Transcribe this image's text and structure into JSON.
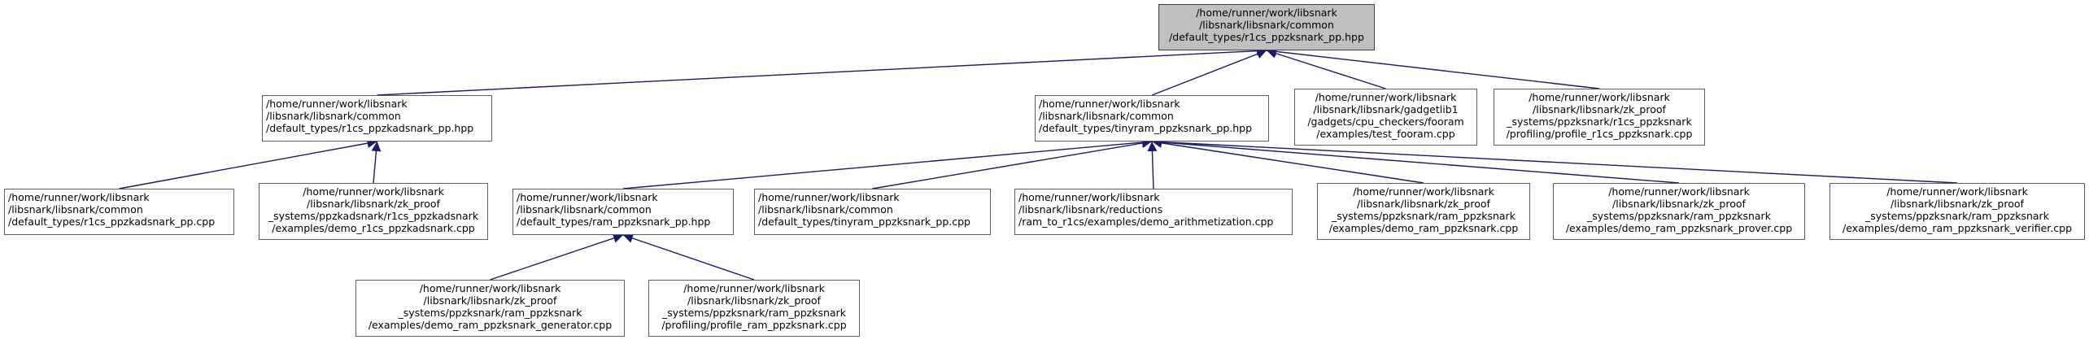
{
  "nodes": [
    {
      "id": "root",
      "lines": [
        "/home/runner/work/libsnark",
        "/libsnark/libsnark/common",
        "/default_types/r1cs_ppzksnark_pp.hpp"
      ]
    },
    {
      "id": "r1cs_ppzkadsnark_pp_hpp",
      "lines": [
        "/home/runner/work/libsnark",
        "/libsnark/libsnark/common",
        "/default_types/r1cs_ppzkadsnark_pp.hpp"
      ]
    },
    {
      "id": "tinyram_ppzksnark_pp_hpp",
      "lines": [
        "/home/runner/work/libsnark",
        "/libsnark/libsnark/common",
        "/default_types/tinyram_ppzksnark_pp.hpp"
      ]
    },
    {
      "id": "test_fooram_cpp",
      "lines": [
        "/home/runner/work/libsnark",
        "/libsnark/libsnark/gadgetlib1",
        "/gadgets/cpu_checkers/fooram",
        "/examples/test_fooram.cpp"
      ]
    },
    {
      "id": "profile_r1cs_ppzksnark_cpp",
      "lines": [
        "/home/runner/work/libsnark",
        "/libsnark/libsnark/zk_proof",
        "_systems/ppzksnark/r1cs_ppzksnark",
        "/profiling/profile_r1cs_ppzksnark.cpp"
      ]
    },
    {
      "id": "r1cs_ppzkadsnark_pp_cpp",
      "lines": [
        "/home/runner/work/libsnark",
        "/libsnark/libsnark/common",
        "/default_types/r1cs_ppzkadsnark_pp.cpp"
      ]
    },
    {
      "id": "demo_r1cs_ppzkadsnark_cpp",
      "lines": [
        "/home/runner/work/libsnark",
        "/libsnark/libsnark/zk_proof",
        "_systems/ppzkadsnark/r1cs_ppzkadsnark",
        "/examples/demo_r1cs_ppzkadsnark.cpp"
      ]
    },
    {
      "id": "ram_ppzksnark_pp_hpp",
      "lines": [
        "/home/runner/work/libsnark",
        "/libsnark/libsnark/common",
        "/default_types/ram_ppzksnark_pp.hpp"
      ]
    },
    {
      "id": "tinyram_ppzksnark_pp_cpp",
      "lines": [
        "/home/runner/work/libsnark",
        "/libsnark/libsnark/common",
        "/default_types/tinyram_ppzksnark_pp.cpp"
      ]
    },
    {
      "id": "demo_arithmetization_cpp",
      "lines": [
        "/home/runner/work/libsnark",
        "/libsnark/libsnark/reductions",
        "/ram_to_r1cs/examples/demo_arithmetization.cpp"
      ]
    },
    {
      "id": "demo_ram_ppzksnark_cpp",
      "lines": [
        "/home/runner/work/libsnark",
        "/libsnark/libsnark/zk_proof",
        "_systems/ppzksnark/ram_ppzksnark",
        "/examples/demo_ram_ppzksnark.cpp"
      ]
    },
    {
      "id": "demo_ram_ppzksnark_prover_cpp",
      "lines": [
        "/home/runner/work/libsnark",
        "/libsnark/libsnark/zk_proof",
        "_systems/ppzksnark/ram_ppzksnark",
        "/examples/demo_ram_ppzksnark_prover.cpp"
      ]
    },
    {
      "id": "demo_ram_ppzksnark_verifier_cpp",
      "lines": [
        "/home/runner/work/libsnark",
        "/libsnark/libsnark/zk_proof",
        "_systems/ppzksnark/ram_ppzksnark",
        "/examples/demo_ram_ppzksnark_verifier.cpp"
      ]
    },
    {
      "id": "demo_ram_ppzksnark_generator_cpp",
      "lines": [
        "/home/runner/work/libsnark",
        "/libsnark/libsnark/zk_proof",
        "_systems/ppzksnark/ram_ppzksnark",
        "/examples/demo_ram_ppzksnark_generator.cpp"
      ]
    },
    {
      "id": "profile_ram_ppzksnark_cpp",
      "lines": [
        "/home/runner/work/libsnark",
        "/libsnark/libsnark/zk_proof",
        "_systems/ppzksnark/ram_ppzksnark",
        "/profiling/profile_ram_ppzksnark.cpp"
      ]
    }
  ],
  "edges": [
    {
      "from": "r1cs_ppzkadsnark_pp_hpp",
      "to": "root"
    },
    {
      "from": "tinyram_ppzksnark_pp_hpp",
      "to": "root"
    },
    {
      "from": "test_fooram_cpp",
      "to": "root"
    },
    {
      "from": "profile_r1cs_ppzksnark_cpp",
      "to": "root"
    },
    {
      "from": "r1cs_ppzkadsnark_pp_cpp",
      "to": "r1cs_ppzkadsnark_pp_hpp"
    },
    {
      "from": "demo_r1cs_ppzkadsnark_cpp",
      "to": "r1cs_ppzkadsnark_pp_hpp"
    },
    {
      "from": "ram_ppzksnark_pp_hpp",
      "to": "tinyram_ppzksnark_pp_hpp"
    },
    {
      "from": "tinyram_ppzksnark_pp_cpp",
      "to": "tinyram_ppzksnark_pp_hpp"
    },
    {
      "from": "demo_arithmetization_cpp",
      "to": "tinyram_ppzksnark_pp_hpp"
    },
    {
      "from": "demo_ram_ppzksnark_cpp",
      "to": "tinyram_ppzksnark_pp_hpp"
    },
    {
      "from": "demo_ram_ppzksnark_prover_cpp",
      "to": "tinyram_ppzksnark_pp_hpp"
    },
    {
      "from": "demo_ram_ppzksnark_verifier_cpp",
      "to": "tinyram_ppzksnark_pp_hpp"
    },
    {
      "from": "demo_ram_ppzksnark_generator_cpp",
      "to": "ram_ppzksnark_pp_hpp"
    },
    {
      "from": "profile_ram_ppzksnark_cpp",
      "to": "ram_ppzksnark_pp_hpp"
    }
  ],
  "colors": {
    "edge": "#191970",
    "root_fill": "#bfbfbf",
    "node_border": "#5d5d5d"
  }
}
